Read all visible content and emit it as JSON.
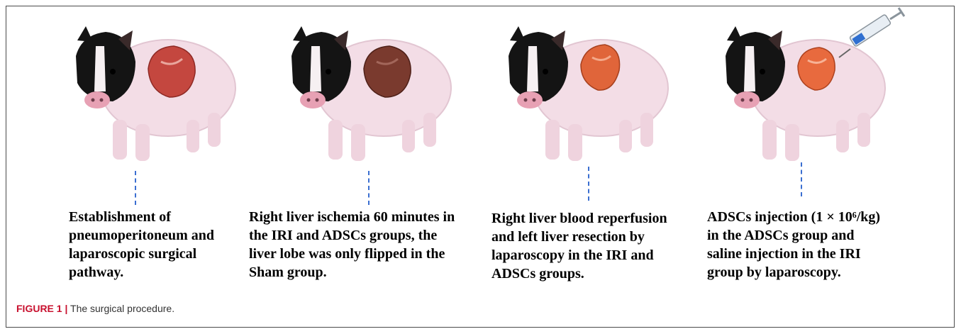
{
  "panels": [
    {
      "id": "p1",
      "caption": "Establishment of\npneumoperitoneum and\nlaparoscopic surgical\npathway.",
      "liver_color": "#c4473f",
      "syringe": false
    },
    {
      "id": "p2",
      "caption": "Right liver ischemia 60 minutes in\nthe IRI and ADSCs groups, the\nliver lobe was only flipped in the\nSham group.",
      "liver_color": "#7a3a2e",
      "syringe": false
    },
    {
      "id": "p3",
      "caption": "Right liver blood reperfusion\nand left liver resection  by\nlaparoscopy in the IRI and\nADSCs groups.",
      "liver_color": "#e0653a",
      "syringe": false
    },
    {
      "id": "p4",
      "caption": "ADSCs injection (1 × 10⁶/kg)\nin the ADSCs group and\nsaline injection in the IRI\ngroup by laparoscopy.",
      "liver_color": "#e86a3e",
      "syringe": true
    }
  ],
  "figure": {
    "label": "FIGURE 1 |",
    "text": " The surgical procedure."
  },
  "colors": {
    "dash": "#3b6fd1",
    "label": "#c8102e",
    "pig_body": "#f3dde6",
    "pig_black": "#141414",
    "snout": "#e7a1b4"
  }
}
